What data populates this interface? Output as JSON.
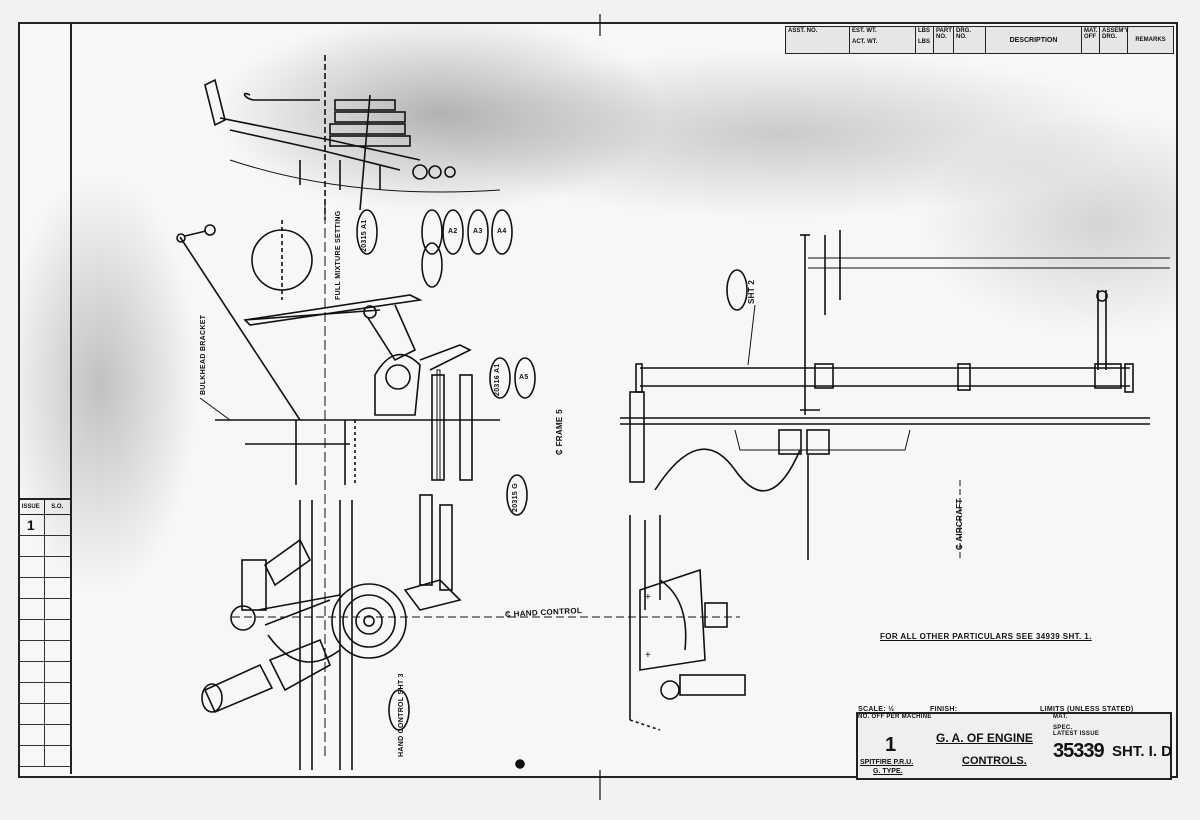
{
  "header": {
    "asst_no": "ASST. NO.",
    "est_wt": "EST. WT.",
    "lbs1": "LBS",
    "part_no": "PART NO.",
    "act_wt": "ACT. WT.",
    "lbs2": "LBS",
    "drg_no": "DRG. NO.",
    "description": "DESCRIPTION",
    "mat_off": "MAT. OFF",
    "assem_drg": "ASSEM'Y DRG.",
    "remarks": "REMARKS"
  },
  "revision_table": {
    "col_issue": "ISSUE",
    "col_so": "S.O.",
    "first_issue": "1"
  },
  "labels": {
    "sht2": "SHT 2",
    "frame5": "₵ FRAME 5",
    "aircraft": "₵ AIRCRAFT",
    "hand_control": "₵ HAND CONTROL",
    "hand_control_sht3": "HAND CONTROL SHT 3",
    "bulkhead": "BULKHEAD BRACKET",
    "pull_mtg": "FULL MIXTURE SETTING",
    "part_a": "20315 A1",
    "part_b": "20315 G",
    "part_c": "20316 A1",
    "callouts": [
      "A2",
      "A3",
      "A4",
      "A5"
    ]
  },
  "note": "FOR ALL OTHER PARTICULARS SEE 34939 SHT. 1.",
  "title_block": {
    "scale": "SCALE: ½",
    "finish": "FINISH:",
    "limits": "LIMITS (UNLESS STATED)",
    "no_off": "NO. OFF PER MACHINE",
    "qty": "1",
    "mat": "MAT.",
    "spec": "SPEC.",
    "latest_issue": "LATEST ISSUE",
    "title_line1": "G. A. OF ENGINE",
    "title_line2": "CONTROLS.",
    "spitfire1": "SPITFIRE P.R.U.",
    "spitfire2": "G. TYPE.",
    "drawing_no": "35339",
    "sheet": "SHT. I. D"
  }
}
